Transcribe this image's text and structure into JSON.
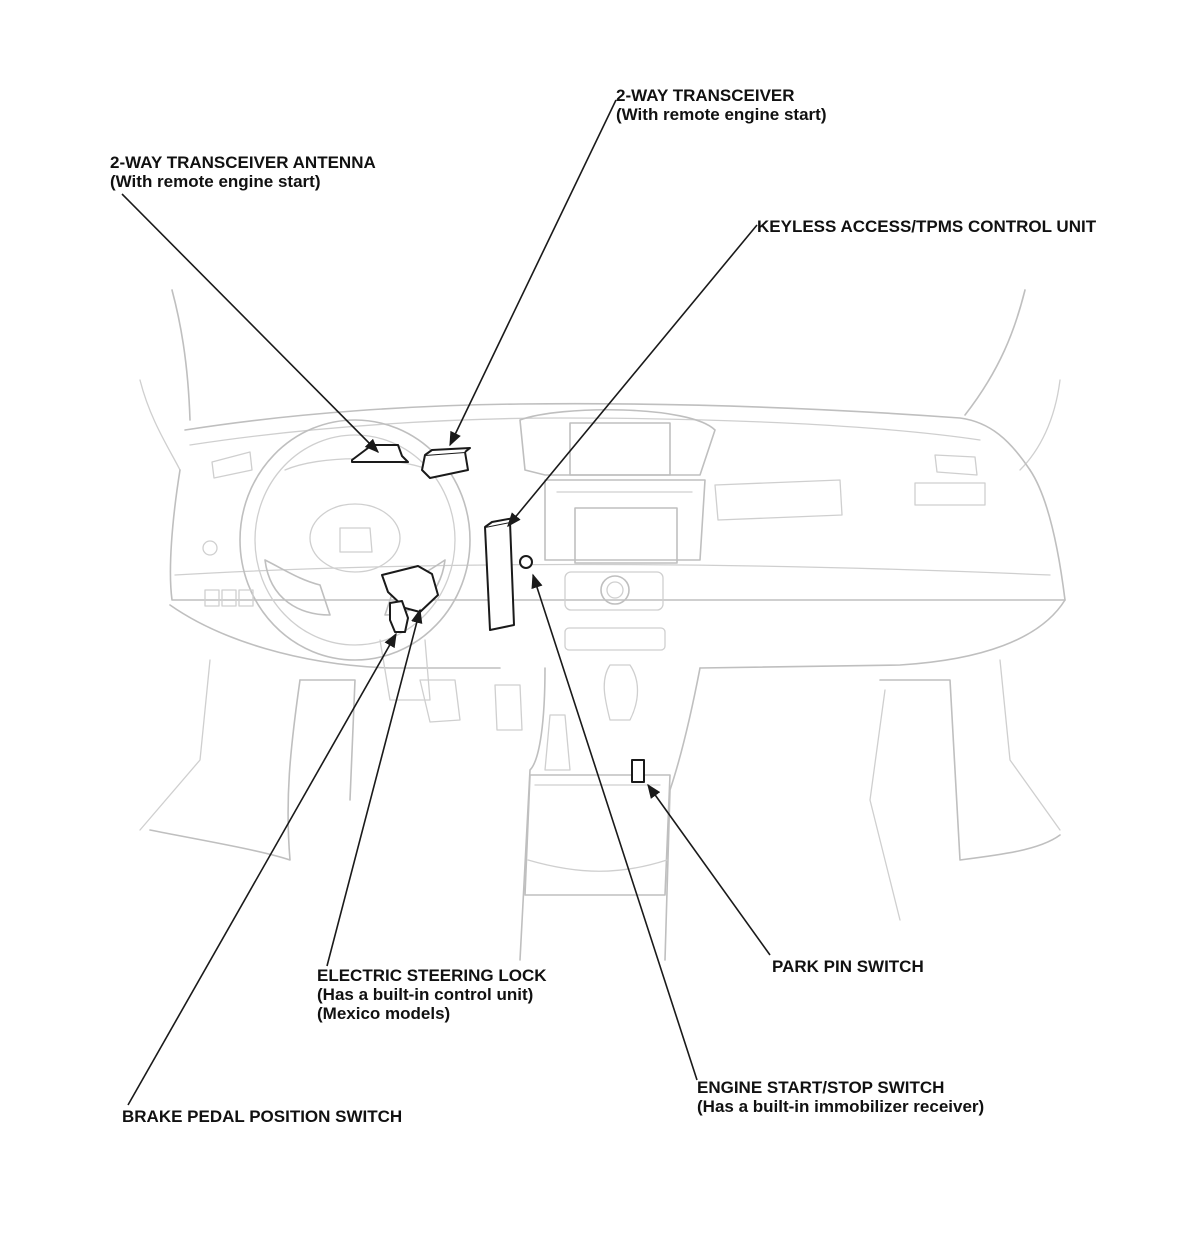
{
  "callouts": {
    "antenna": {
      "title": "2-WAY TRANSCEIVER ANTENNA",
      "note": "(With remote engine start)"
    },
    "transceiver": {
      "title": "2-WAY TRANSCEIVER",
      "note": "(With remote engine start)"
    },
    "keyless": {
      "title": "KEYLESS ACCESS/TPMS CONTROL UNIT"
    },
    "steering_lock": {
      "title": "ELECTRIC STEERING LOCK",
      "note1": "(Has a built-in control unit)",
      "note2": "(Mexico models)"
    },
    "park_pin": {
      "title": "PARK PIN SWITCH"
    },
    "engine_switch": {
      "title": "ENGINE START/STOP SWITCH",
      "note": "(Has a built-in immobilizer receiver)"
    },
    "brake_switch": {
      "title": "BRAKE PEDAL POSITION SWITCH"
    }
  },
  "colors": {
    "line": "#1a1a1a",
    "vehicle_outline": "#bfbfbf",
    "background": "#ffffff"
  }
}
